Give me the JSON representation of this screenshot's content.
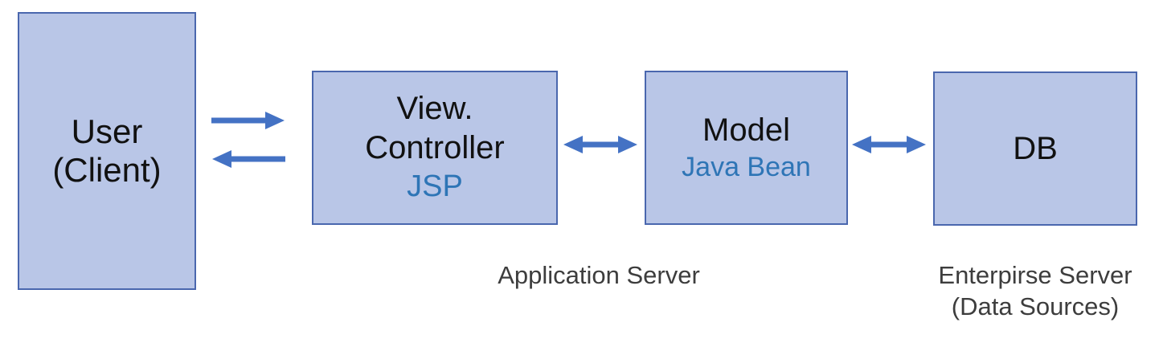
{
  "diagram": {
    "boxes": {
      "user": {
        "line1": "User",
        "line2": "(Client)"
      },
      "view_controller": {
        "line1": "View.",
        "line2": "Controller",
        "tech": "JSP"
      },
      "model": {
        "line1": "Model",
        "tech": "Java Bean"
      },
      "db": {
        "line1": "DB"
      }
    },
    "captions": {
      "application_server": "Application Server",
      "enterprise_server_line1": "Enterpirse Server",
      "enterprise_server_line2": "(Data Sources)"
    },
    "arrows": [
      {
        "name": "user-to-view",
        "direction": "right"
      },
      {
        "name": "view-to-user",
        "direction": "left"
      },
      {
        "name": "view-model",
        "direction": "both"
      },
      {
        "name": "model-db",
        "direction": "both"
      }
    ],
    "colors": {
      "box_fill": "#b9c6e7",
      "box_border": "#4a67ae",
      "arrow": "#4472c4",
      "tech_text": "#2e75b6",
      "label_text": "#111111",
      "caption_text": "#3d3d3d",
      "background": "#ffffff"
    }
  }
}
